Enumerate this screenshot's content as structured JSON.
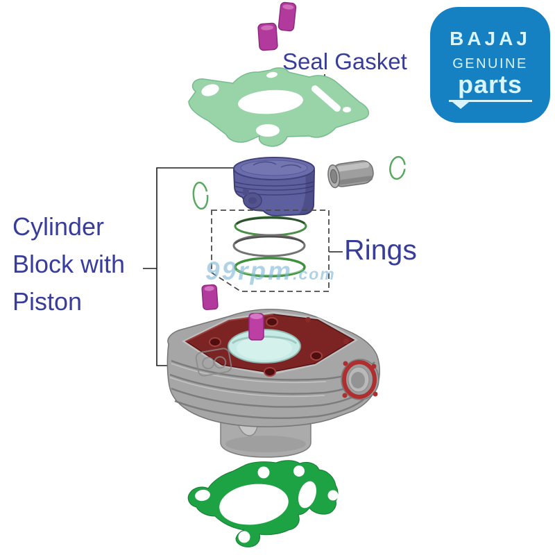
{
  "scene": {
    "background": "#ffffff"
  },
  "logo": {
    "brand": "BAJAJ",
    "genuine": "GENUINE",
    "parts": "parts",
    "bg_color": "#1580c2",
    "text_color": "#d9f4fb"
  },
  "labels": {
    "color": "#383d99",
    "seal_gasket": "Seal Gasket",
    "rings": "Rings",
    "cylinder_block_lines": [
      "Cylinder",
      "Block with",
      "Piston"
    ]
  },
  "watermark": {
    "main": "99rpm",
    "suffix": ".com",
    "color": "#7eb6d8"
  },
  "parts_colors": {
    "seal_gasket_green": "#98d4a7",
    "base_gasket_green": "#1ea344",
    "piston_purple": "#5e5f9e",
    "dowel_pin_magenta": "#b23a9d",
    "circlip_green": "#58a95f",
    "ring_green": "#3f8f3f",
    "ring_gray": "#737373",
    "piston_pin_gray": "#9e9e9e",
    "block_gray": "#a6a6a6",
    "deck_red": "#7c2424",
    "bore_cyan": "#c6ebe6",
    "port_red": "#ad2f2f"
  }
}
